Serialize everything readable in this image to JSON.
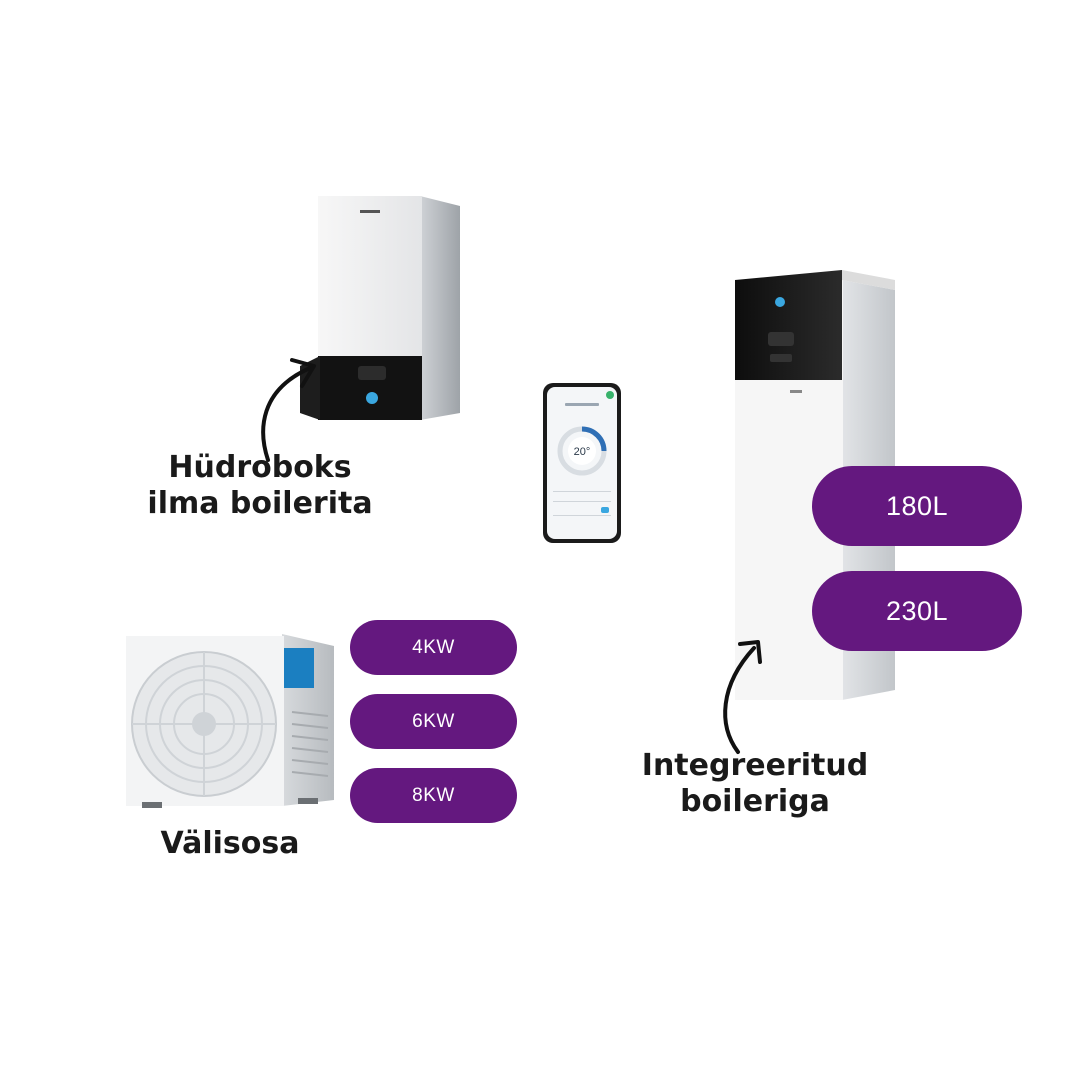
{
  "accent_color": "#64187f",
  "labels": {
    "hydrobox_line1": "Hüdroboks",
    "hydrobox_line2": "ilma boilerita",
    "outdoor_unit": "Välisosa",
    "integrated_line1": "Integreeritud",
    "integrated_line2": "boileriga"
  },
  "outdoor_capacities": [
    "4KW",
    "6KW",
    "8KW"
  ],
  "tank_volumes": [
    "180L",
    "230L"
  ],
  "phone": {
    "title": "Master bedroom",
    "temperature": "20°"
  },
  "icons": [
    "arrow-icon",
    "fan-icon"
  ]
}
